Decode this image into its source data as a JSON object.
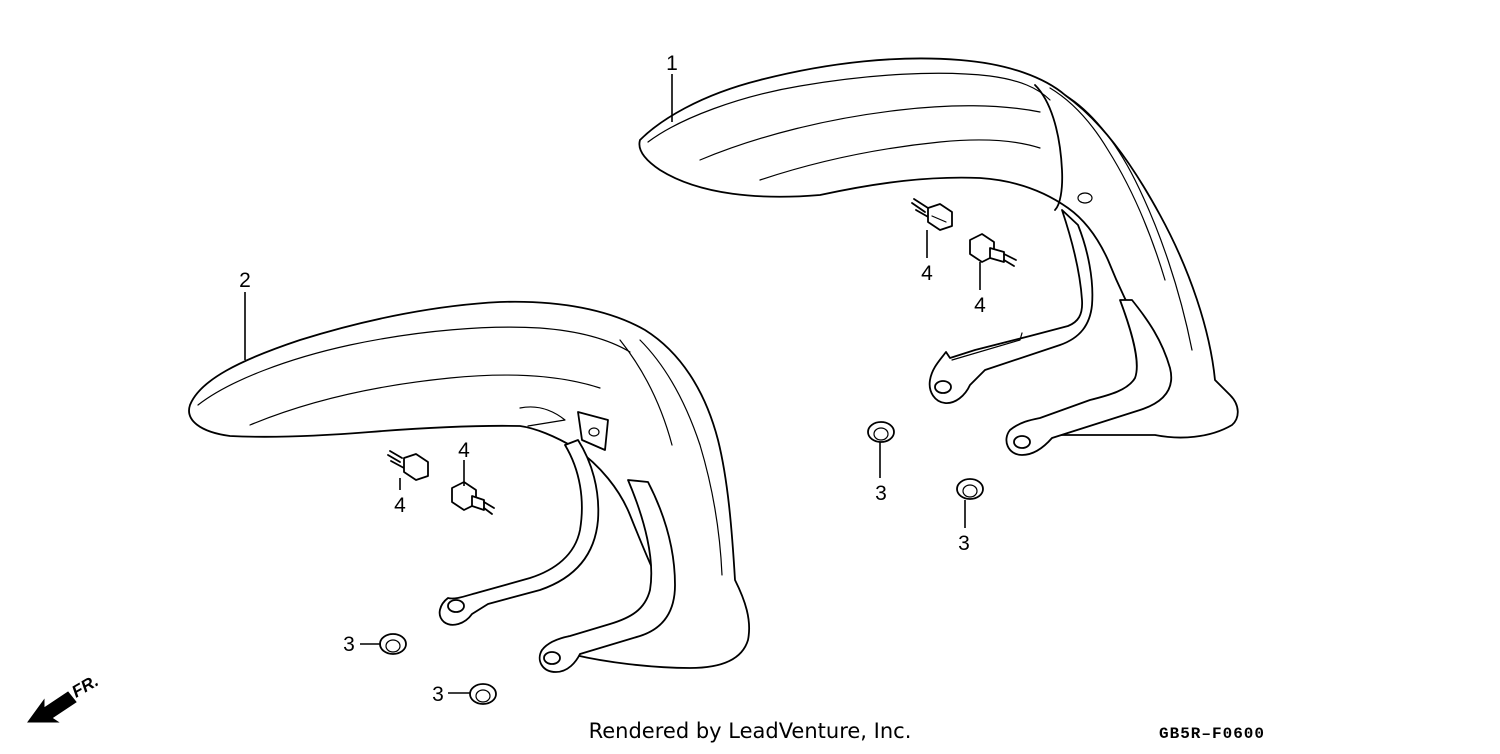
{
  "callouts": {
    "part1": "1",
    "part2": "2",
    "part3a": "3",
    "part3b": "3",
    "part3c": "3",
    "part3d": "3",
    "part4a": "4",
    "part4b": "4",
    "part4c": "4",
    "part4d": "4"
  },
  "front_label": "FR.",
  "credit": "Rendered by LeadVenture, Inc.",
  "diagram_code": "GB5R–F0600",
  "icons": {
    "front_arrow": "arrow-down-left-icon"
  }
}
